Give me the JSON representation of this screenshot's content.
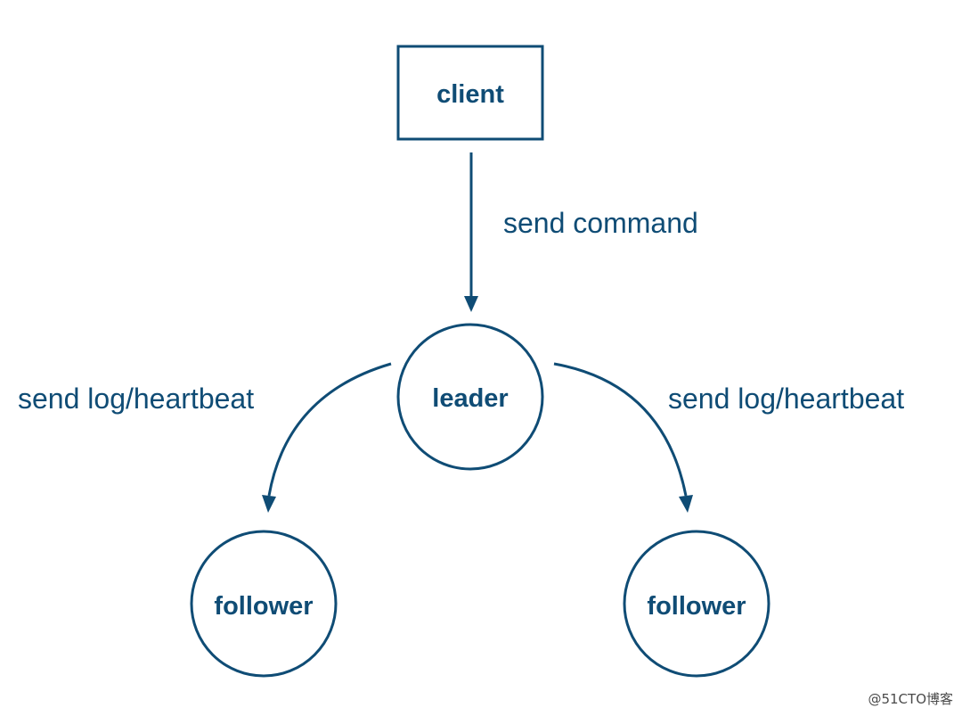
{
  "colors": {
    "primary": "#0f4c75",
    "background": "#ffffff",
    "watermark": "#4a4a4a"
  },
  "nodes": {
    "client": "client",
    "leader": "leader",
    "follower_left": "follower",
    "follower_right": "follower"
  },
  "edges": {
    "client_to_leader": "send command",
    "leader_to_left": "send log/heartbeat",
    "leader_to_right": "send log/heartbeat"
  },
  "watermark": "@51CTO博客"
}
